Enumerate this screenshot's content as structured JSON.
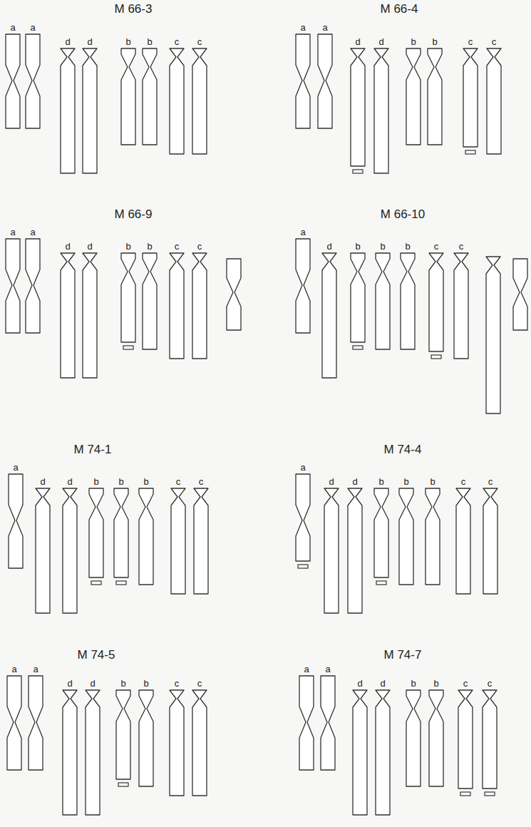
{
  "diagram": {
    "labels": [
      "M 66-3",
      "a",
      "a",
      "d",
      "d",
      "b",
      "b",
      "c",
      "c",
      "M 66-4",
      "a",
      "a",
      "d",
      "d",
      "b",
      "b",
      "c",
      "c",
      "M 66-9",
      "a",
      "a",
      "d",
      "d",
      "b",
      "b",
      "c",
      "c",
      "M 66-10",
      "a",
      "d",
      "b",
      "b",
      "b",
      "c",
      "c",
      "M 74-1",
      "a",
      "d",
      "d",
      "b",
      "b",
      "b",
      "c",
      "c",
      "M 74-4",
      "a",
      "d",
      "d",
      "b",
      "b",
      "b",
      "c",
      "c",
      "M 74-5",
      "a",
      "a",
      "d",
      "d",
      "b",
      "b",
      "c",
      "c",
      "M 74-7",
      "a",
      "a",
      "d",
      "d",
      "b",
      "b",
      "c",
      "c"
    ]
  }
}
